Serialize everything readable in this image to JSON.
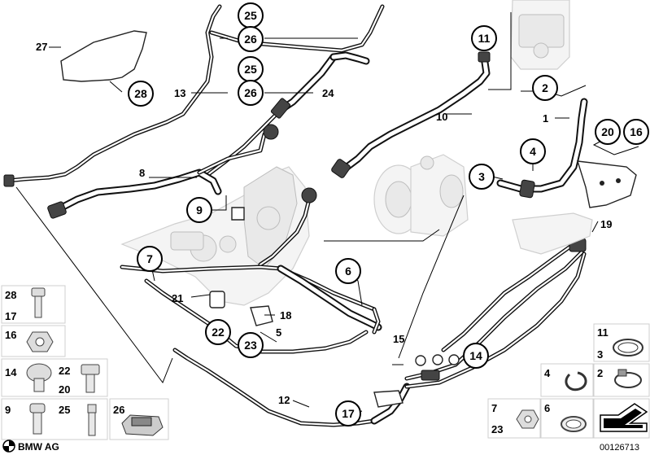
{
  "brand": {
    "logo_text": "BMW AG"
  },
  "diagram_id": "00126713",
  "callouts": [
    "1",
    "2",
    "3",
    "4",
    "5",
    "6",
    "7",
    "8",
    "9",
    "10",
    "11",
    "12",
    "13",
    "14",
    "15",
    "16",
    "17",
    "18",
    "19",
    "20",
    "21",
    "22",
    "23",
    "24",
    "25",
    "26",
    "27",
    "28"
  ],
  "legend": [
    "28",
    "17",
    "16",
    "14",
    "22",
    "20",
    "9",
    "25",
    "26",
    "11",
    "3",
    "4",
    "2",
    "7",
    "6",
    "23"
  ]
}
